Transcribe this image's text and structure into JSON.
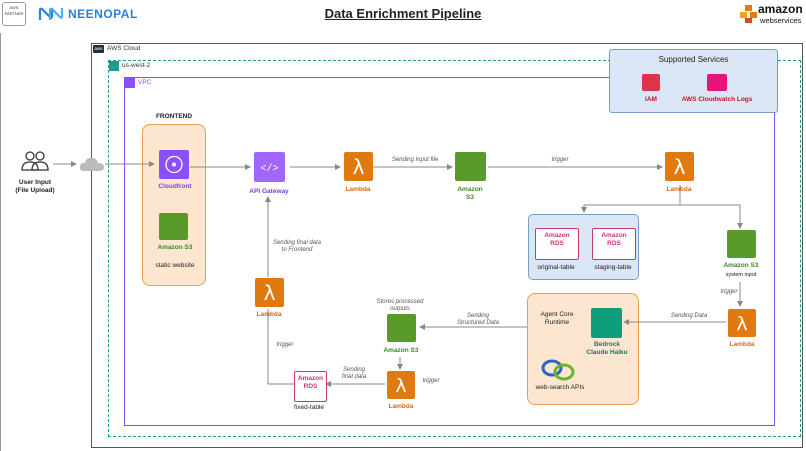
{
  "title": "Data Enrichment Pipeline",
  "logos": {
    "aws_partner": "AWS PARTNER",
    "neenopal": "NEENOPAL",
    "amazon": "amazon",
    "webservices": "webservices"
  },
  "frames": {
    "aws_cloud": "AWS Cloud",
    "region": "us-west-2",
    "vpc": "VPC",
    "frontend": "FRONTEND"
  },
  "supported_services": {
    "title": "Supported Services",
    "iam": "IAM",
    "cloudwatch": "AWS Cloudwatch Logs"
  },
  "nodes": {
    "user": [
      "User Input",
      "(File Upload)"
    ],
    "cloudfront": "Cloudfront",
    "s3_static": "Amazon S3",
    "static_website": "static website",
    "api_gateway": "API Gateway",
    "lambda1": "Lambda",
    "s3_input": [
      "Amazon",
      "S3"
    ],
    "lambda2": "Lambda",
    "rds1": "original-table",
    "rds2": "staging-table",
    "rds_word": "Amazon",
    "rds_sub": "RDS",
    "s3_system": "Amazon S3",
    "system_input": "system input",
    "lambda3": "Lambda",
    "agent_core": [
      "Agent Core",
      "Runtime"
    ],
    "bedrock": [
      "Bedrock",
      "Claude Haiku"
    ],
    "web_search": "web-search APIs",
    "s3_output": "Amazon S3",
    "lambda4": "Lambda",
    "rds_fixed": "fixed-table",
    "lambda5": "Lambda"
  },
  "edges": {
    "sending_input_file": "Sending Input file",
    "trigger_top": "trigger",
    "trigger_right": "trigger",
    "sending_data": "Sending Data",
    "sending_structured": [
      "Sending",
      "Structured Data"
    ],
    "stores_processed": [
      "Stores processed",
      "outputs"
    ],
    "trigger_mid": "trigger",
    "sending_final": [
      "Sending",
      "final data"
    ],
    "trigger_left": "trigger",
    "sending_final_frontend": [
      "Sending final data",
      "to Frontend"
    ]
  }
}
